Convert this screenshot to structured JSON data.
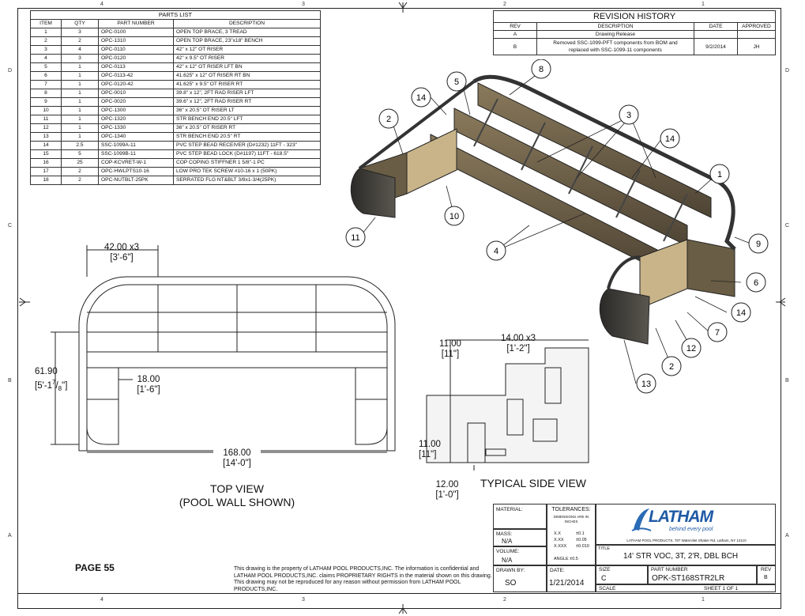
{
  "zones": {
    "top": [
      "4",
      "3",
      "2",
      "1"
    ],
    "bottom": [
      "4",
      "3",
      "2",
      "1"
    ],
    "left": [
      "D",
      "C",
      "B",
      "A"
    ],
    "right": [
      "D",
      "C",
      "B",
      "A"
    ]
  },
  "parts_list": {
    "title": "PARTS LIST",
    "headers": [
      "ITEM",
      "QTY",
      "PART NUMBER",
      "DESCRIPTION"
    ],
    "rows": [
      [
        "1",
        "3",
        "OPC-0100",
        "OPEN TOP BRACE, 3 TREAD"
      ],
      [
        "2",
        "2",
        "OPC-1310",
        "OPEN TOP BRACE, 23\"x18\" BENCH"
      ],
      [
        "3",
        "4",
        "OPC-0110",
        "42\" x 12\" OT RISER"
      ],
      [
        "4",
        "3",
        "OPC-0120",
        "42\" x 9.5\" OT RISER"
      ],
      [
        "5",
        "1",
        "OPC-0113",
        "42\" x 12\" OT RISER LFT BN"
      ],
      [
        "6",
        "1",
        "OPC-0113-42",
        "41.625\" x 12\" OT RISER RT BN"
      ],
      [
        "7",
        "1",
        "OPC-0120-42",
        "41.625\" x 9.5\" OT RISER RT"
      ],
      [
        "8",
        "1",
        "OPC-0010",
        "39.8\" x 12\", 2FT RAD RISER LFT"
      ],
      [
        "9",
        "1",
        "OPC-0020",
        "39.6\" x 12\", 2FT RAD RISER RT"
      ],
      [
        "10",
        "1",
        "OPC-1300",
        "36\" x 20.5\" OT RISER LT"
      ],
      [
        "11",
        "1",
        "OPC-1320",
        "STR BENCH END 20.5\" LFT"
      ],
      [
        "12",
        "1",
        "OPC-1330",
        "36\" x 20.5\" OT RISER RT"
      ],
      [
        "13",
        "1",
        "OPC-1340",
        "STR BENCH END 20.5\" RT"
      ],
      [
        "14",
        "2.5",
        "SSC-1099A-11",
        "PVC STEP BEAD RECEIVER (D#1232) 11FT - 323\""
      ],
      [
        "15",
        "5",
        "SSC-1099B-11",
        "PVC STEP BEAD LOCK (D#1197) 11FT - 618.5\""
      ],
      [
        "16",
        "25",
        "COP-KCVRET-W-1",
        "COP COPING STIFFNER 1 5/8\"-1 PC"
      ],
      [
        "17",
        "2",
        "OPC-HWLPTS10-16",
        "LOW PRO TEK SCREW #10-16 x 1 (50PK)"
      ],
      [
        "18",
        "2",
        "OPC-NUTBLT-25PK",
        "SERRATED FLG NT&BLT 3/8x1-3/4(25PK)"
      ]
    ]
  },
  "revision_history": {
    "title": "REVISION HISTORY",
    "headers": [
      "REV",
      "DESCRIPTION",
      "DATE",
      "APPROVED"
    ],
    "rows": [
      {
        "rev": "A",
        "description": "Drawing Release",
        "date": "",
        "approved": ""
      },
      {
        "rev": "B",
        "description_line1": "Removed SSC-1099-PFT components from BOM and",
        "description_line2": "replaced with SSC-1099-11 components",
        "date": "9/2/2014",
        "approved": "JH"
      }
    ]
  },
  "top_view": {
    "label_line1": "TOP VIEW",
    "label_line2": "(POOL WALL SHOWN)",
    "dim_width_a": "42.00 x3",
    "dim_width_b": "[3'-6\"]",
    "dim_height_a": "61.90",
    "dim_height_b": "[5'-1",
    "dim_height_frac_num": "7",
    "dim_height_frac_den": "8",
    "dim_height_c": "\"]",
    "dim_inner_a": "18.00",
    "dim_inner_b": "[1'-6\"]",
    "dim_total_a": "168.00",
    "dim_total_b": "[14'-0\"]"
  },
  "side_view": {
    "label": "TYPICAL SIDE VIEW",
    "dim_tread_a": "14.00 x3",
    "dim_tread_b": "[1'-2\"]",
    "dim_rise1_a": "11.00",
    "dim_rise1_b": "[11\"]",
    "dim_rise2_a": "11.00",
    "dim_rise2_b": "[11\"]",
    "dim_base_a": "12.00",
    "dim_base_b": "[1'-0\"]"
  },
  "iso_balloons": [
    "8",
    "5",
    "14",
    "2",
    "3",
    "14",
    "1",
    "9",
    "10",
    "11",
    "4",
    "6",
    "14",
    "7",
    "12",
    "2",
    "13"
  ],
  "page_label": "PAGE 55",
  "note": "This drawing is the property of LATHAM POOL PRODUCTS,INC. The information is confidential and LATHAM POOL PRODUCTS,INC. claims PROPRIETARY RIGHTS in the material shown on this drawing. This drawing may not be reproduced for any reason without permission from LATHAM POOL PRODUCTS,INC.",
  "title_block": {
    "material_label": "MATERIAL:",
    "mass_label": "MASS:",
    "mass_value": "N/A",
    "volume_label": "VOLUME:",
    "volume_value": "N/A",
    "tolerances_label": "TOLERANCES:",
    "tolerances_sub1": "DIMENSIONS ARE IN",
    "tolerances_sub2": "INCHES",
    "tol_xx": "X.X",
    "tol_xx_v": "±0.1",
    "tol_xxx": "X.XX",
    "tol_xxx_v": "±0.05",
    "tol_xxxx": "X.XXX",
    "tol_xxxx_v": "±0.010",
    "angle": "ANGLE ±0.5",
    "logo": "LATHAM",
    "logo_tag": "behind every pool",
    "company_address": "LATHAM POOL PRODUCTS, 787 Watervliet Shaker Rd, Latham, NY 12110",
    "title_label": "TITLE",
    "title_value": "14' STR VOC, 3T, 2'R, DBL BCH",
    "drawn_by_label": "DRAWN BY:",
    "drawn_by_value": "SO",
    "date_label": "DATE:",
    "date_value": "1/21/2014",
    "size_label": "SIZE",
    "size_value": "C",
    "scale_label": "SCALE",
    "part_number_label": "PART NUMBER",
    "part_number_value": "OPK-ST168STR2LR",
    "rev_label": "REV",
    "rev_value": "B",
    "sheet": "SHEET 1   OF 1"
  }
}
